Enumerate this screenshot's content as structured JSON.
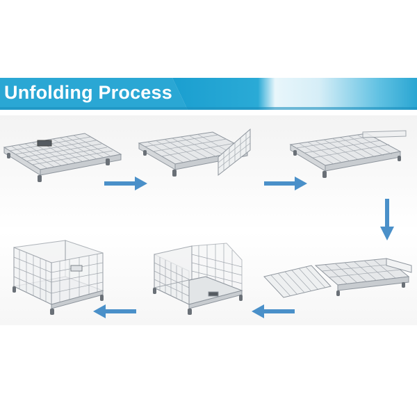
{
  "banner": {
    "title": "Unfolding Process",
    "color_left": "#2aa6d2",
    "color_right": "#ffffff"
  },
  "arrow_color": "#4a90c9",
  "steps": [
    {
      "name": "folded-cage",
      "icon": "cage-flat-icon"
    },
    {
      "name": "front-panel-raising",
      "icon": "cage-panel-up-icon"
    },
    {
      "name": "side-panel-lifting",
      "icon": "cage-side-lift-icon"
    },
    {
      "name": "panels-opening",
      "icon": "cage-open-flat-icon"
    },
    {
      "name": "walls-erected",
      "icon": "cage-half-open-icon"
    },
    {
      "name": "assembled-cage",
      "icon": "cage-assembled-icon"
    }
  ]
}
